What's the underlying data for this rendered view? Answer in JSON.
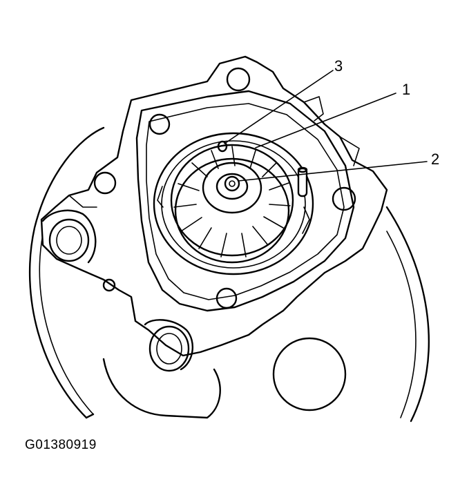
{
  "diagram": {
    "callouts": [
      {
        "id": "callout-1",
        "label": "1"
      },
      {
        "id": "callout-2",
        "label": "2"
      },
      {
        "id": "callout-3",
        "label": "3"
      }
    ],
    "figure_id": "G01380919",
    "colors": {
      "ink": "#000000",
      "paper": "#ffffff"
    }
  }
}
